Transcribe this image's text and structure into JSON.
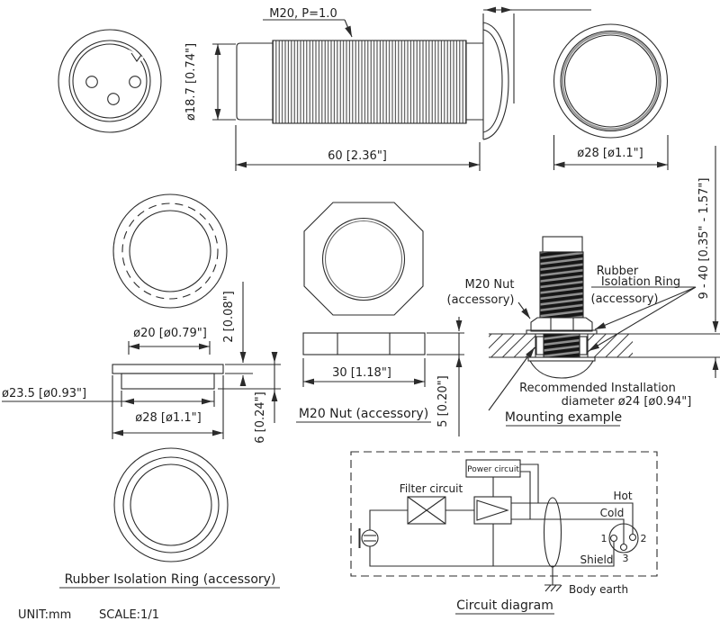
{
  "side_view": {
    "thread_spec": "M20, P=1.0",
    "diameter": "ø18.7 [0.74\"]",
    "length": "60 [2.36\"]"
  },
  "rear_view": {
    "diameter": "ø28 [ø1.1\"]"
  },
  "rubber_ring": {
    "inner_dia": "ø20 [ø0.79\"]",
    "lip_height": "2 [0.08\"]",
    "body_dia": "ø23.5 [ø0.93\"]",
    "flange_dia": "ø28 [ø1.1\"]",
    "height": "6 [0.24\"]",
    "caption": "Rubber Isolation Ring (accessory)"
  },
  "nut": {
    "width": "30 [1.18\"]",
    "thickness": "5 [0.20\"]",
    "caption": "M20 Nut (accessory)"
  },
  "mounting": {
    "panel_range": "9 - 40 [0.35\" - 1.57\"]",
    "nut_label_1": "M20 Nut",
    "nut_label_2": "(accessory)",
    "ring_label_1": "Rubber",
    "ring_label_2": "Isolation Ring",
    "ring_label_3": "(accessory)",
    "recommend_1": "Recommended Installation",
    "recommend_2": "diameter ø24 [ø0.94\"]",
    "caption": "Mounting example"
  },
  "circuit": {
    "power": "Power circuit",
    "filter": "Filter circuit",
    "hot": "Hot",
    "cold": "Cold",
    "shield": "Shield",
    "body_earth": "Body earth",
    "pin1": "1",
    "pin2": "2",
    "pin3": "3",
    "caption": "Circuit diagram"
  },
  "footer": {
    "unit": "UNIT:mm",
    "scale": "SCALE:1/1"
  }
}
